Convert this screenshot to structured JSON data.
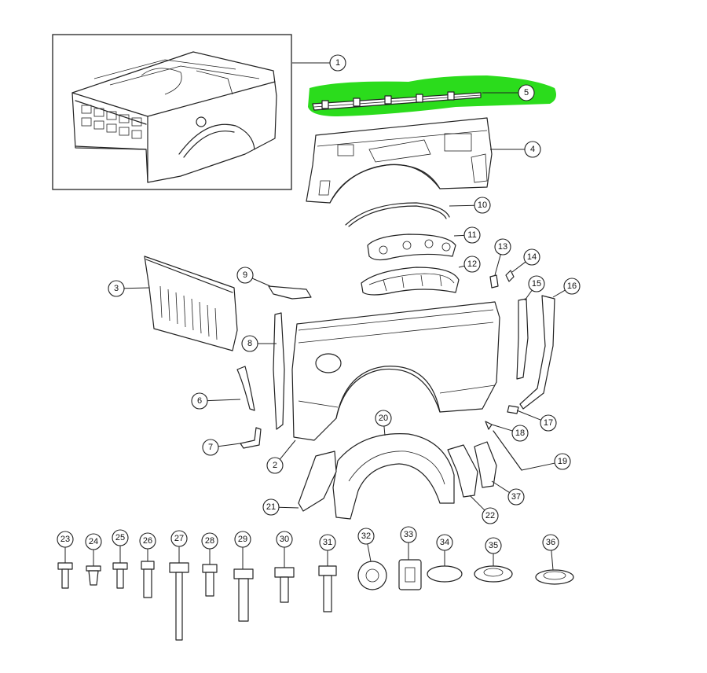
{
  "highlight": {
    "color": "#2bdc1c",
    "part": "5"
  },
  "callouts": [
    {
      "id": "1",
      "label": "1"
    },
    {
      "id": "2",
      "label": "2"
    },
    {
      "id": "3",
      "label": "3"
    },
    {
      "id": "4",
      "label": "4"
    },
    {
      "id": "5",
      "label": "5"
    },
    {
      "id": "6",
      "label": "6"
    },
    {
      "id": "7",
      "label": "7"
    },
    {
      "id": "8",
      "label": "8"
    },
    {
      "id": "9",
      "label": "9"
    },
    {
      "id": "10",
      "label": "10"
    },
    {
      "id": "11",
      "label": "11"
    },
    {
      "id": "12",
      "label": "12"
    },
    {
      "id": "13",
      "label": "13"
    },
    {
      "id": "14",
      "label": "14"
    },
    {
      "id": "15",
      "label": "15"
    },
    {
      "id": "16",
      "label": "16"
    },
    {
      "id": "17",
      "label": "17"
    },
    {
      "id": "18",
      "label": "18"
    },
    {
      "id": "19",
      "label": "19"
    },
    {
      "id": "20",
      "label": "20"
    },
    {
      "id": "21",
      "label": "21"
    },
    {
      "id": "22",
      "label": "22"
    },
    {
      "id": "23",
      "label": "23"
    },
    {
      "id": "24",
      "label": "24"
    },
    {
      "id": "25",
      "label": "25"
    },
    {
      "id": "26",
      "label": "26"
    },
    {
      "id": "27",
      "label": "27"
    },
    {
      "id": "28",
      "label": "28"
    },
    {
      "id": "29",
      "label": "29"
    },
    {
      "id": "30",
      "label": "30"
    },
    {
      "id": "31",
      "label": "31"
    },
    {
      "id": "32",
      "label": "32"
    },
    {
      "id": "33",
      "label": "33"
    },
    {
      "id": "34",
      "label": "34"
    },
    {
      "id": "35",
      "label": "35"
    },
    {
      "id": "36",
      "label": "36"
    },
    {
      "id": "37",
      "label": "37"
    }
  ],
  "muted_callouts": [
    "27"
  ]
}
